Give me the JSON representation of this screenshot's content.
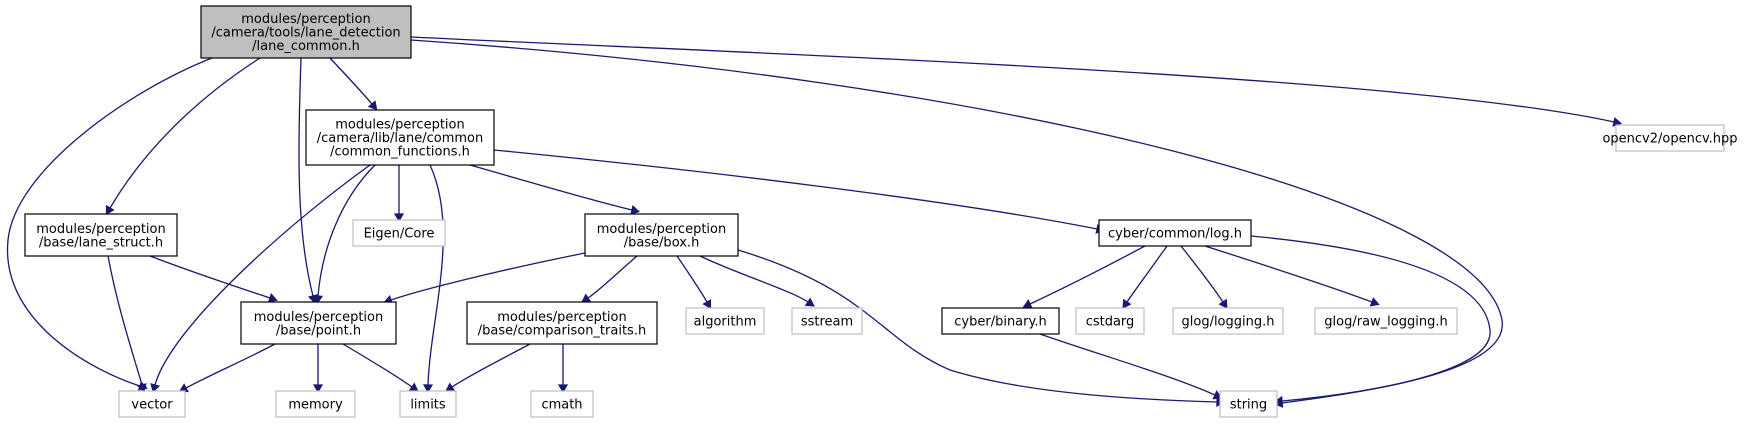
{
  "colors": {
    "background": "#ffffff",
    "root_fill": "#bfbfbf",
    "node_border": "#000000",
    "external_border": "#bfbfbf",
    "edge": "#191970",
    "text": "#000000"
  },
  "nodes": [
    {
      "id": "lane_common",
      "kind": "root",
      "lines": [
        "modules/perception",
        "/camera/tools/lane_detection",
        "/lane_common.h"
      ]
    },
    {
      "id": "common_functions",
      "kind": "header",
      "lines": [
        "modules/perception",
        "/camera/lib/lane/common",
        "/common_functions.h"
      ]
    },
    {
      "id": "opencv",
      "kind": "external",
      "lines": [
        "opencv2/opencv.hpp"
      ]
    },
    {
      "id": "lane_struct",
      "kind": "header",
      "lines": [
        "modules/perception",
        "/base/lane_struct.h"
      ]
    },
    {
      "id": "eigen_core",
      "kind": "external",
      "lines": [
        "Eigen/Core"
      ]
    },
    {
      "id": "box",
      "kind": "header",
      "lines": [
        "modules/perception",
        "/base/box.h"
      ]
    },
    {
      "id": "log",
      "kind": "header",
      "lines": [
        "cyber/common/log.h"
      ]
    },
    {
      "id": "point",
      "kind": "header",
      "lines": [
        "modules/perception",
        "/base/point.h"
      ]
    },
    {
      "id": "comparison_traits",
      "kind": "header",
      "lines": [
        "modules/perception",
        "/base/comparison_traits.h"
      ]
    },
    {
      "id": "algorithm",
      "kind": "external",
      "lines": [
        "algorithm"
      ]
    },
    {
      "id": "sstream",
      "kind": "external",
      "lines": [
        "sstream"
      ]
    },
    {
      "id": "binary",
      "kind": "header",
      "lines": [
        "cyber/binary.h"
      ]
    },
    {
      "id": "cstdarg",
      "kind": "external",
      "lines": [
        "cstdarg"
      ]
    },
    {
      "id": "glog_logging",
      "kind": "external",
      "lines": [
        "glog/logging.h"
      ]
    },
    {
      "id": "glog_raw_logging",
      "kind": "external",
      "lines": [
        "glog/raw_logging.h"
      ]
    },
    {
      "id": "vector",
      "kind": "external",
      "lines": [
        "vector"
      ]
    },
    {
      "id": "memory",
      "kind": "external",
      "lines": [
        "memory"
      ]
    },
    {
      "id": "limits",
      "kind": "external",
      "lines": [
        "limits"
      ]
    },
    {
      "id": "cmath",
      "kind": "external",
      "lines": [
        "cmath"
      ]
    },
    {
      "id": "string",
      "kind": "external",
      "lines": [
        "string"
      ]
    }
  ],
  "edges": [
    {
      "from": "lane_common",
      "to": "common_functions"
    },
    {
      "from": "lane_common",
      "to": "opencv"
    },
    {
      "from": "lane_common",
      "to": "lane_struct"
    },
    {
      "from": "lane_common",
      "to": "point"
    },
    {
      "from": "lane_common",
      "to": "vector"
    },
    {
      "from": "lane_common",
      "to": "string"
    },
    {
      "from": "common_functions",
      "to": "eigen_core"
    },
    {
      "from": "common_functions",
      "to": "box"
    },
    {
      "from": "common_functions",
      "to": "log"
    },
    {
      "from": "common_functions",
      "to": "point"
    },
    {
      "from": "common_functions",
      "to": "vector"
    },
    {
      "from": "common_functions",
      "to": "limits"
    },
    {
      "from": "lane_struct",
      "to": "point"
    },
    {
      "from": "lane_struct",
      "to": "vector"
    },
    {
      "from": "box",
      "to": "point"
    },
    {
      "from": "box",
      "to": "comparison_traits"
    },
    {
      "from": "box",
      "to": "algorithm"
    },
    {
      "from": "box",
      "to": "sstream"
    },
    {
      "from": "box",
      "to": "string"
    },
    {
      "from": "point",
      "to": "vector"
    },
    {
      "from": "point",
      "to": "memory"
    },
    {
      "from": "point",
      "to": "limits"
    },
    {
      "from": "comparison_traits",
      "to": "limits"
    },
    {
      "from": "comparison_traits",
      "to": "cmath"
    },
    {
      "from": "log",
      "to": "binary"
    },
    {
      "from": "log",
      "to": "cstdarg"
    },
    {
      "from": "log",
      "to": "glog_logging"
    },
    {
      "from": "log",
      "to": "glog_raw_logging"
    },
    {
      "from": "log",
      "to": "string"
    },
    {
      "from": "binary",
      "to": "string"
    }
  ]
}
